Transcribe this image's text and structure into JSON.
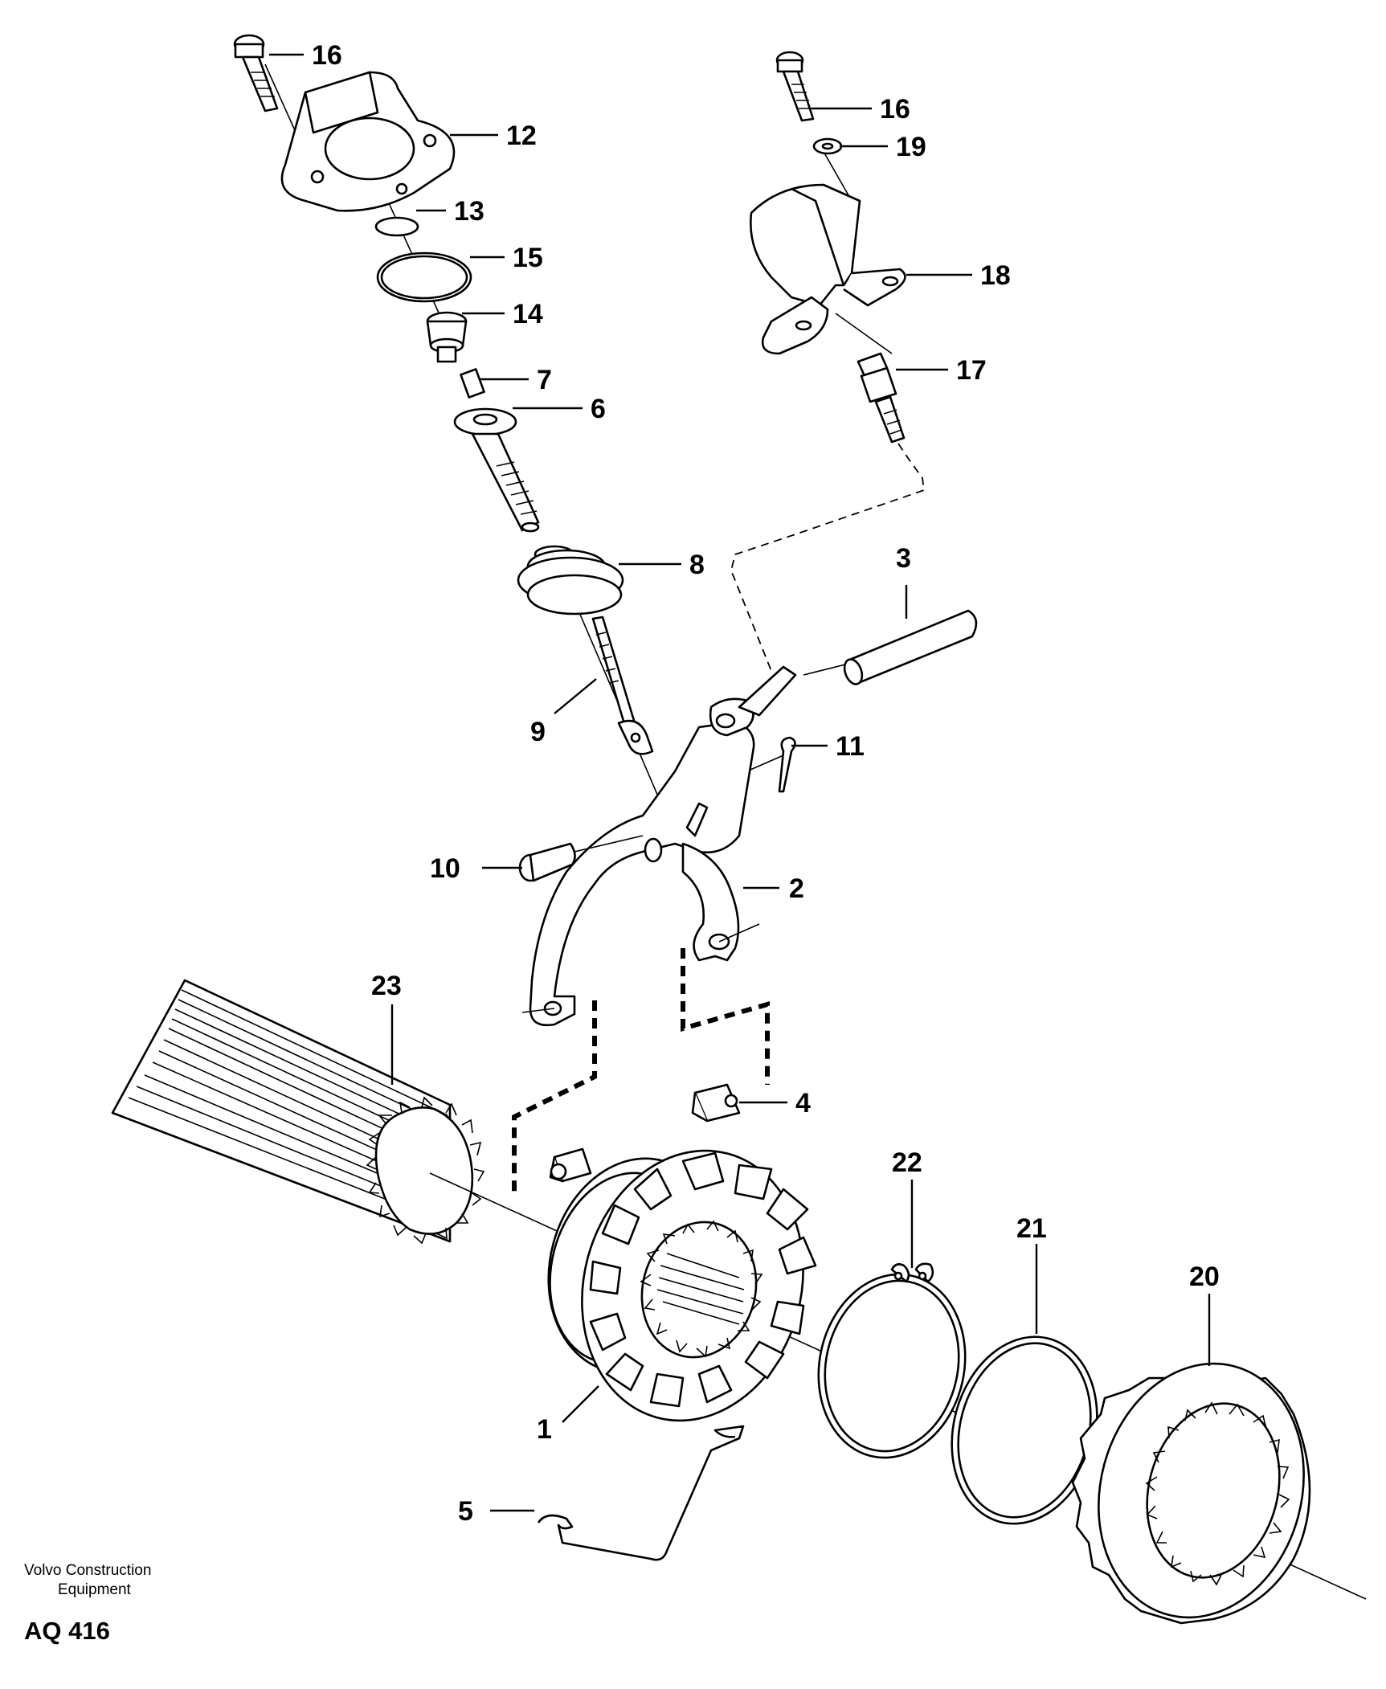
{
  "footer": {
    "company_line1": "Volvo Construction",
    "company_line2": "Equipment",
    "drawing_code": "AQ 416"
  },
  "callouts": {
    "c1": "1",
    "c2": "2",
    "c3": "3",
    "c4": "4",
    "c5": "5",
    "c6": "6",
    "c7": "7",
    "c8": "8",
    "c9": "9",
    "c10": "10",
    "c11": "11",
    "c12": "12",
    "c13": "13",
    "c14": "14",
    "c15": "15",
    "c16a": "16",
    "c16b": "16",
    "c17": "17",
    "c18": "18",
    "c19": "19",
    "c20": "20",
    "c21": "21",
    "c22": "22",
    "c23": "23"
  },
  "icons": {
    "bolt": "bolt-icon",
    "cover": "cover-icon",
    "o_ring": "o-ring-icon",
    "sensor": "sensor-icon",
    "fork": "shift-fork-icon",
    "sleeve": "coupling-sleeve-icon",
    "shaft": "splined-shaft-icon"
  }
}
